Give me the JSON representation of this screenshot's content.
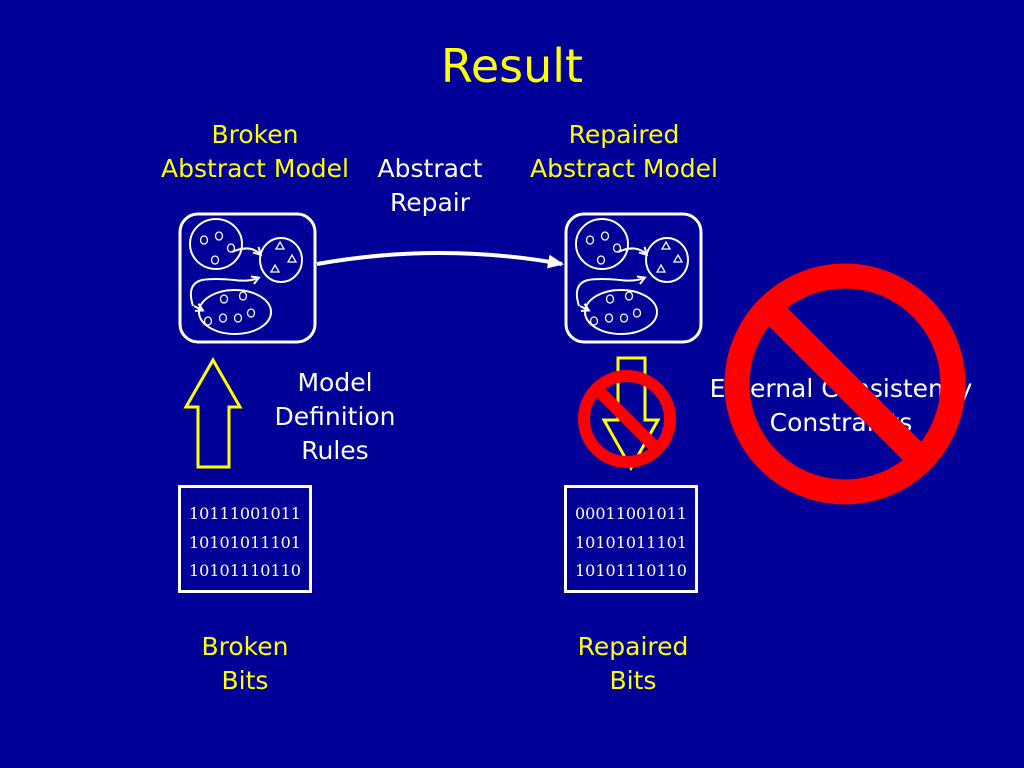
{
  "title": "Result",
  "broken_model_label": [
    "Broken",
    "Abstract Model"
  ],
  "repaired_model_label": [
    "Repaired",
    "Abstract Model"
  ],
  "abstract_repair_label": [
    "Abstract",
    "Repair"
  ],
  "model_definition_label": [
    "Model",
    "Definition",
    "Rules"
  ],
  "external_constraints_label": [
    "External Consistency",
    "Constraints"
  ],
  "broken_bits": [
    "10111001011",
    "10101011101",
    "10101110110"
  ],
  "repaired_bits": [
    "00011001011",
    "10101011101",
    "10101110110"
  ],
  "broken_bits_label": [
    "Broken",
    "Bits"
  ],
  "repaired_bits_label": [
    "Repaired",
    "Bits"
  ],
  "colors": {
    "background": "#000099",
    "text_heading": "#ffff00",
    "text_body": "#ffffff",
    "prohibition": "#ff0000"
  }
}
